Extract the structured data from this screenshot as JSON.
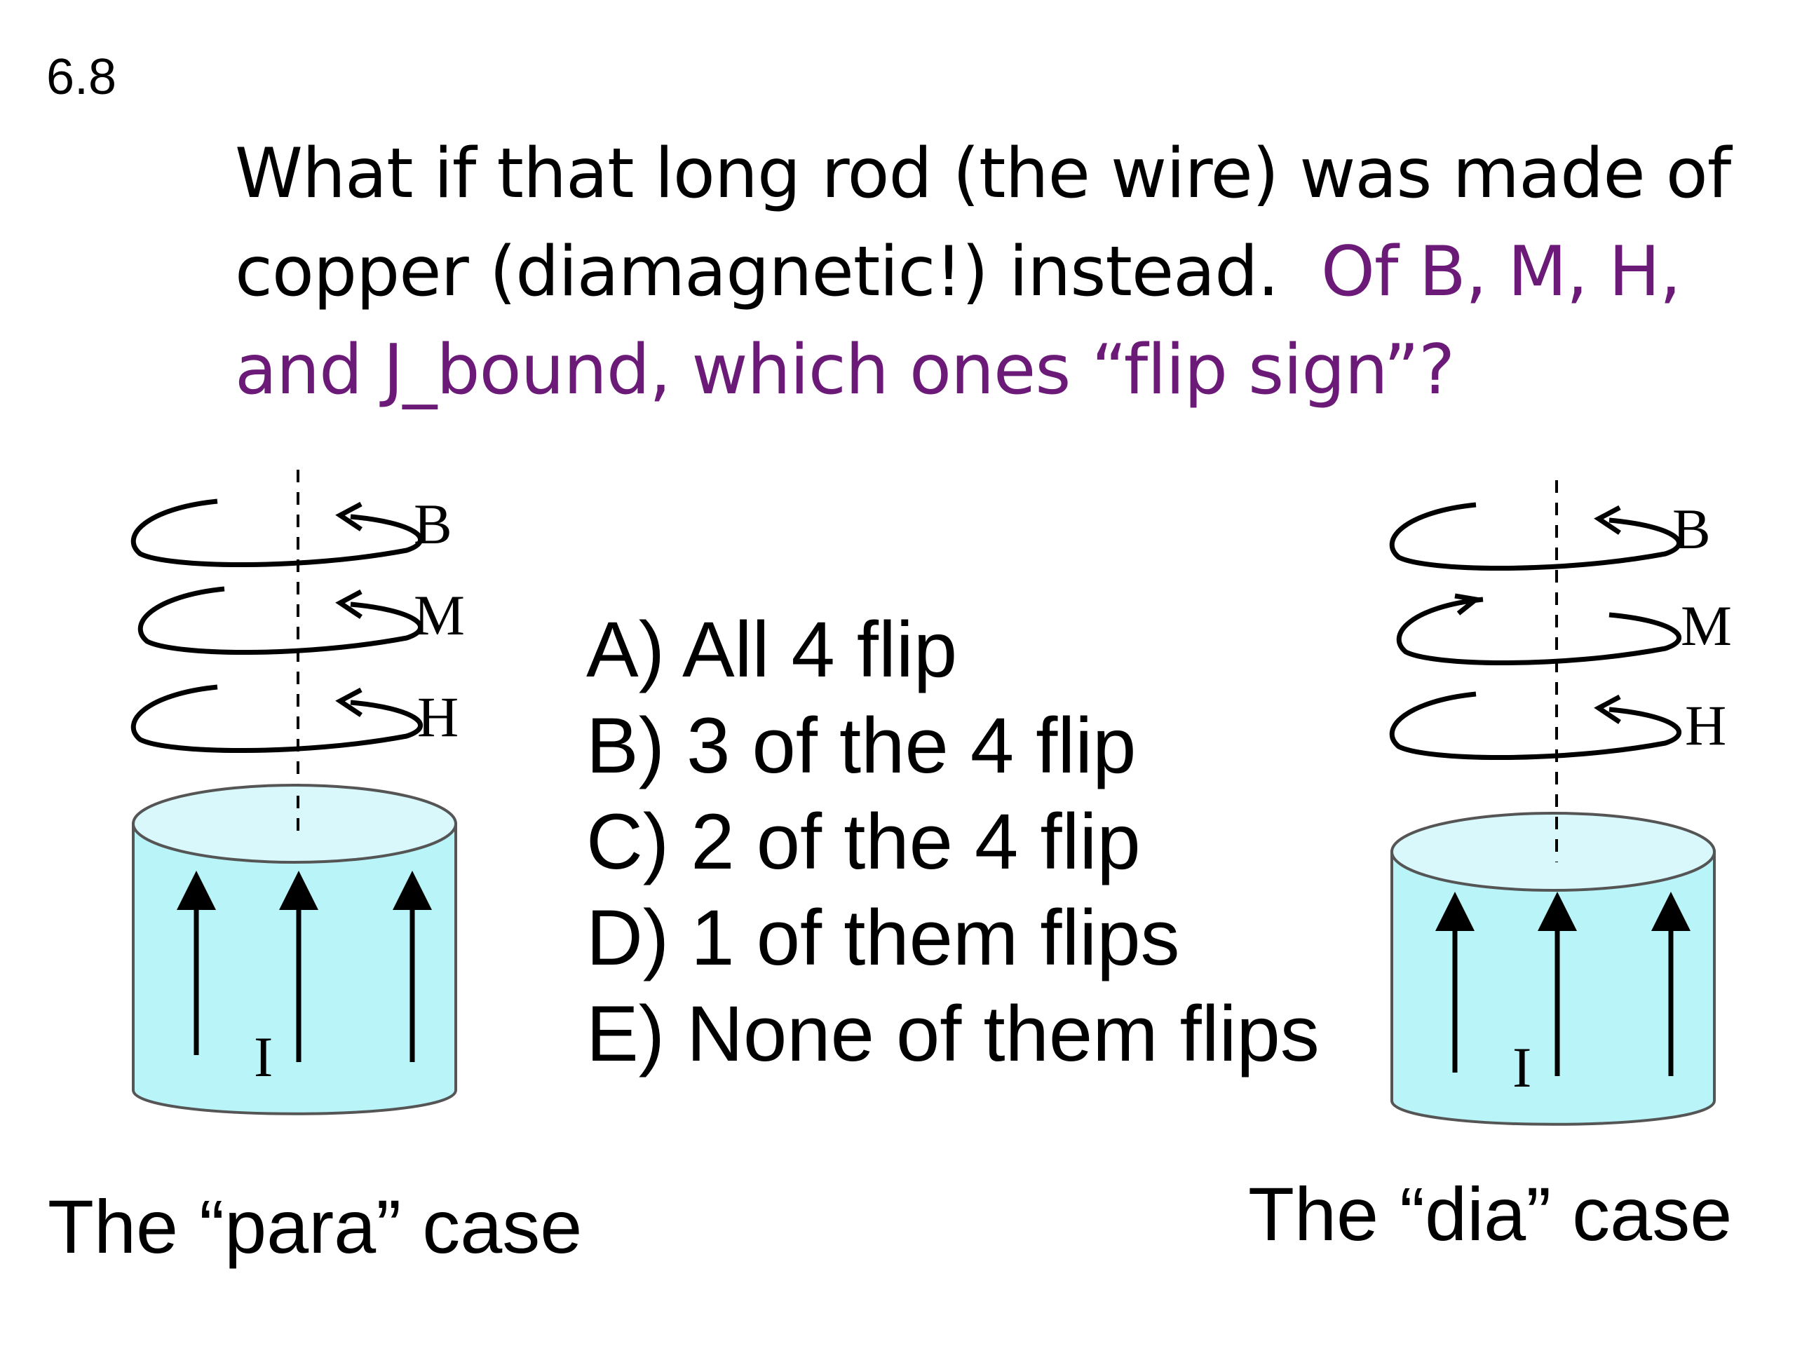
{
  "slide": {
    "number": "6.8"
  },
  "question": {
    "text_plain": "What if that long rod (the wire) was made of copper (diamagnetic!) instead.",
    "text_accent": "Of B, M, H, and J_bound, which ones “flip sign”?"
  },
  "options": [
    {
      "label": "A) All 4 flip"
    },
    {
      "label": "B) 3 of the 4 flip"
    },
    {
      "label": "C) 2 of the 4 flip"
    },
    {
      "label": "D) 1 of them flips"
    },
    {
      "label": "E) None of them flips"
    }
  ],
  "figures": {
    "para": {
      "caption": "The “para” case",
      "labels": {
        "b": "B",
        "m": "M",
        "h": "H",
        "i": "I"
      }
    },
    "dia": {
      "caption": "The “dia” case",
      "labels": {
        "b": "B",
        "m": "M",
        "h": "H",
        "i": "I"
      }
    }
  },
  "colors": {
    "accent": "#6b1a78",
    "cylinder_fill": "#b8f4f8",
    "cylinder_top": "#d8f8fb"
  }
}
